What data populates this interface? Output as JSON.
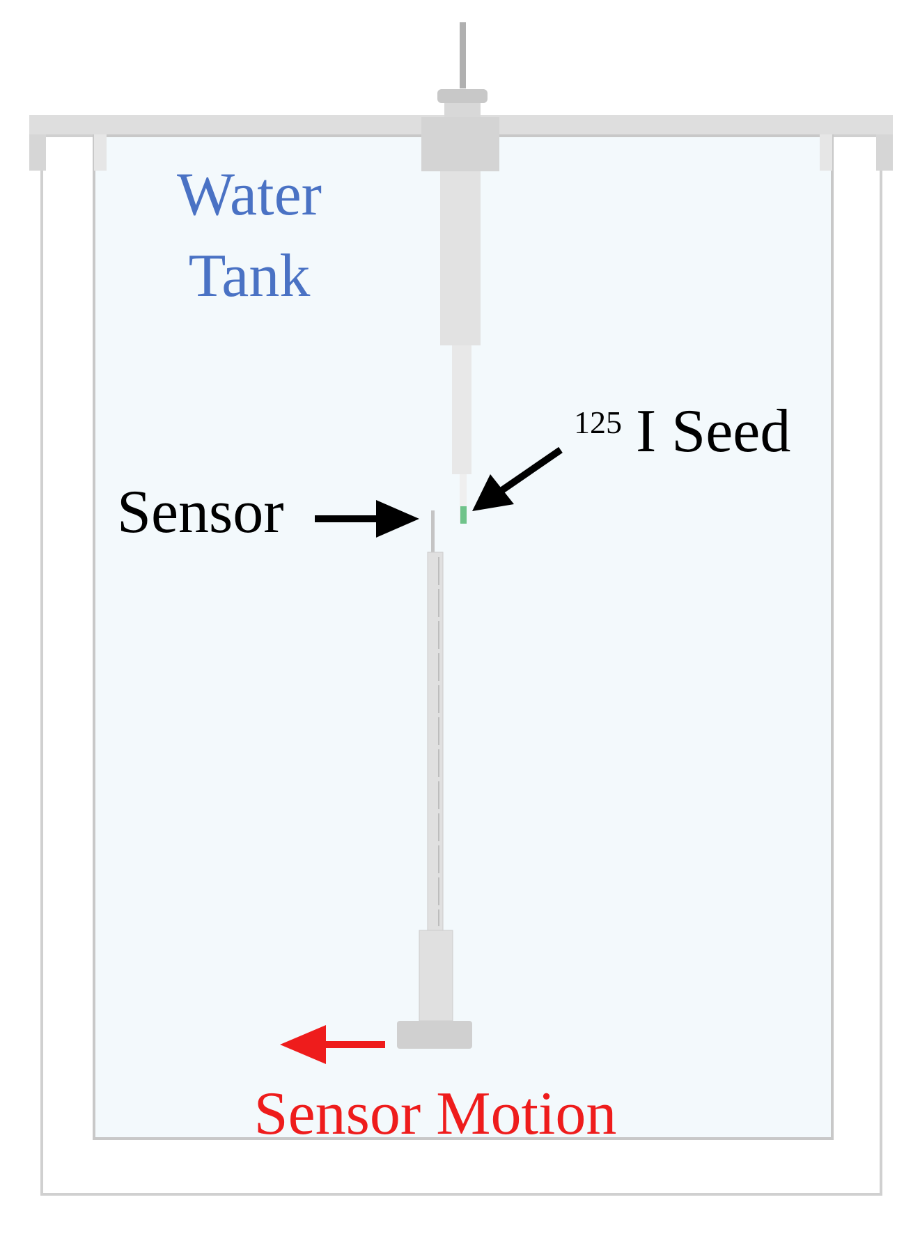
{
  "labels": {
    "water_tank_line1": "Water",
    "water_tank_line2": "Tank",
    "seed_superscript": "125",
    "seed_name": "I Seed",
    "sensor": "Sensor",
    "sensor_motion": "Sensor Motion"
  },
  "colors": {
    "water_text": "#4a72c4",
    "motion": "#ee1c1c",
    "arrow": "#000000",
    "seed": "#6fc38a",
    "frame": "#dcdcdc",
    "water_fill": "#f3f9fc",
    "rod": "#e0e0e0"
  }
}
